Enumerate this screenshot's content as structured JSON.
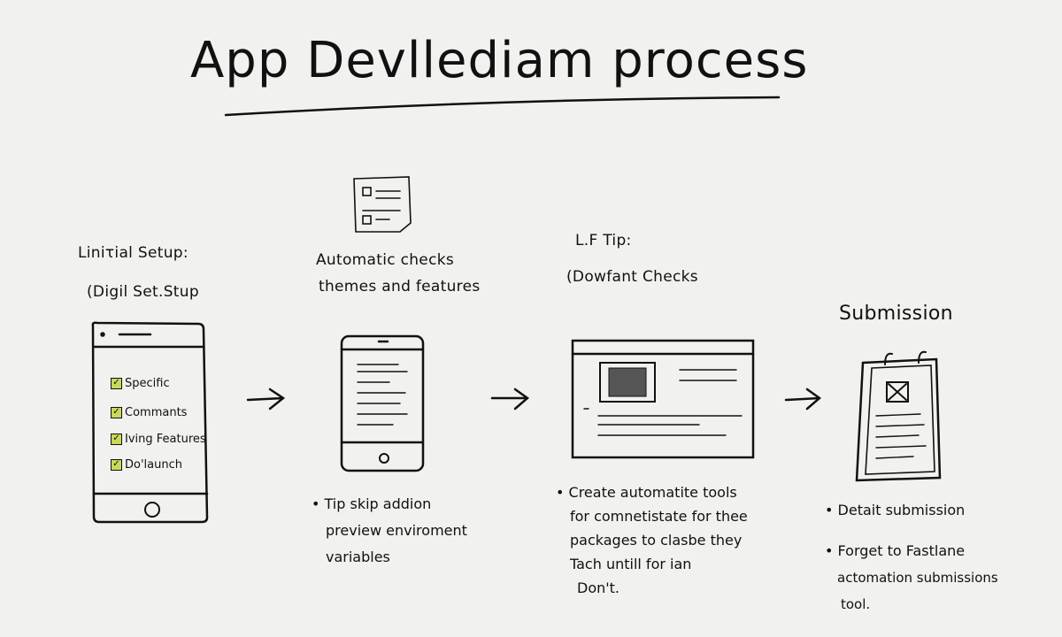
{
  "title": "App Devllediam process",
  "steps": [
    {
      "heading": "Liniτial Setup:",
      "subheading": "(Digil Set.Stup",
      "checklist": [
        "Specific",
        "Commants",
        "Iving Features",
        "Do'launch"
      ]
    },
    {
      "heading_lines": [
        "Automatic checks",
        "themes and features"
      ],
      "notes": [
        "• Tip skip addion",
        "preview enviroment",
        "variables"
      ]
    },
    {
      "heading": "L.F Tip:",
      "subheading": "(Dowfant Checks",
      "notes": [
        "• Create automatite tools",
        "for comnetistate for thee",
        "packages to clasbe they",
        "Tach untill for ian",
        "Don't."
      ]
    },
    {
      "heading": "Submission",
      "notes": [
        "• Detait submission",
        "• Forget to Fastlane",
        "actomation submissions",
        "tool."
      ]
    }
  ],
  "colors": {
    "ink": "#111111",
    "check": "#c9d85a",
    "background": "#f1f1ef"
  }
}
